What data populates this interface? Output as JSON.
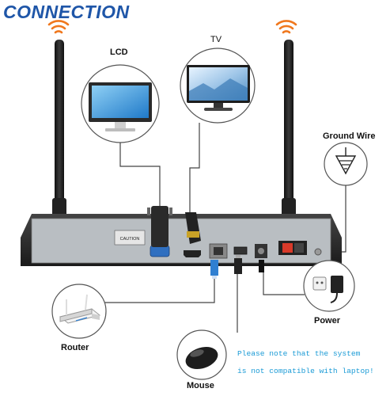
{
  "title": "CONNECTION",
  "labels": {
    "lcd": "LCD",
    "tv": "TV",
    "ground_wire": "Ground Wire",
    "power": "Power",
    "router": "Router",
    "mouse": "Mouse"
  },
  "panel_caution": "CAUTION",
  "note": {
    "line1": "Please note that the system",
    "line2": "is not compatible with laptop!"
  },
  "colors": {
    "title": "#1f56a8",
    "note": "#1b9bd6",
    "signal": "#f0781e",
    "nvr_body": "#2b2b2b",
    "panel": "#b9bec2"
  }
}
